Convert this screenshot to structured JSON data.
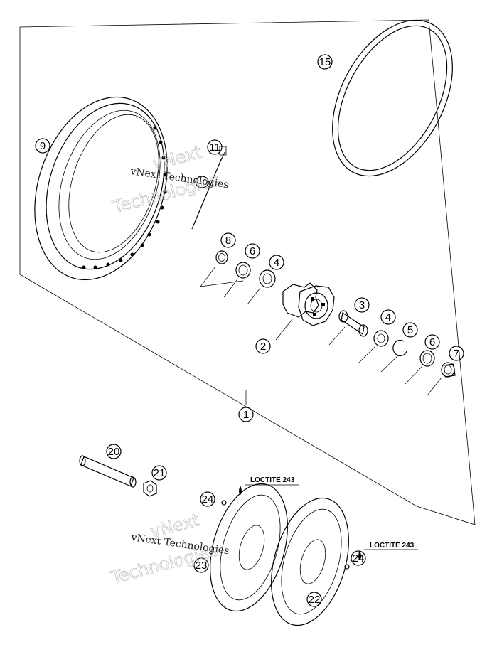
{
  "callouts": {
    "c1": "1",
    "c2": "2",
    "c3": "3",
    "c4a": "4",
    "c4b": "4",
    "c5": "5",
    "c6a": "6",
    "c6b": "6",
    "c7": "7",
    "c8": "8",
    "c9": "9",
    "c11": "11",
    "c15": "15",
    "c20": "20",
    "c21": "21",
    "c22": "22",
    "c23": "23",
    "c24a": "24",
    "c24b": "24"
  },
  "loctite": {
    "a": "LOCTITE 243",
    "b": "LOCTITE 243"
  },
  "watermark": {
    "vnext": "vNext",
    "technologies": "Technologies",
    "line": "vNext Technologies"
  },
  "colors": {
    "ink": "#000000",
    "watermark": "#c9c9c9",
    "background": "#ffffff"
  }
}
